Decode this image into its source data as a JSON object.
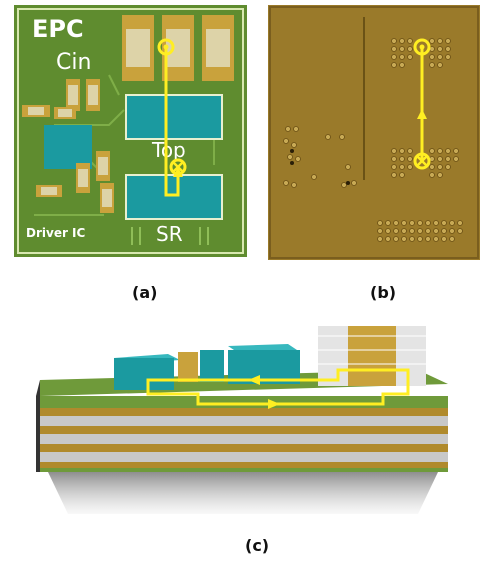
{
  "panels": {
    "a": {
      "caption": "(a)",
      "labels": {
        "brand": "EPC",
        "cin": "Cin",
        "top": "Top",
        "sr": "SR",
        "driver": "Driver IC"
      }
    },
    "b": {
      "caption": "(b)"
    },
    "c": {
      "caption": "(c)"
    }
  },
  "colors": {
    "pcb_green": "#6f9a3a",
    "pad_gold": "#c9a23c",
    "fet_teal": "#1b9aa0",
    "loop_yellow": "#ffee22",
    "inner_layer": "#9a7a2a"
  },
  "icons": {
    "current_out": "circle-dot-icon",
    "current_in": "circle-cross-icon",
    "flow_arrow": "arrow-icon"
  }
}
